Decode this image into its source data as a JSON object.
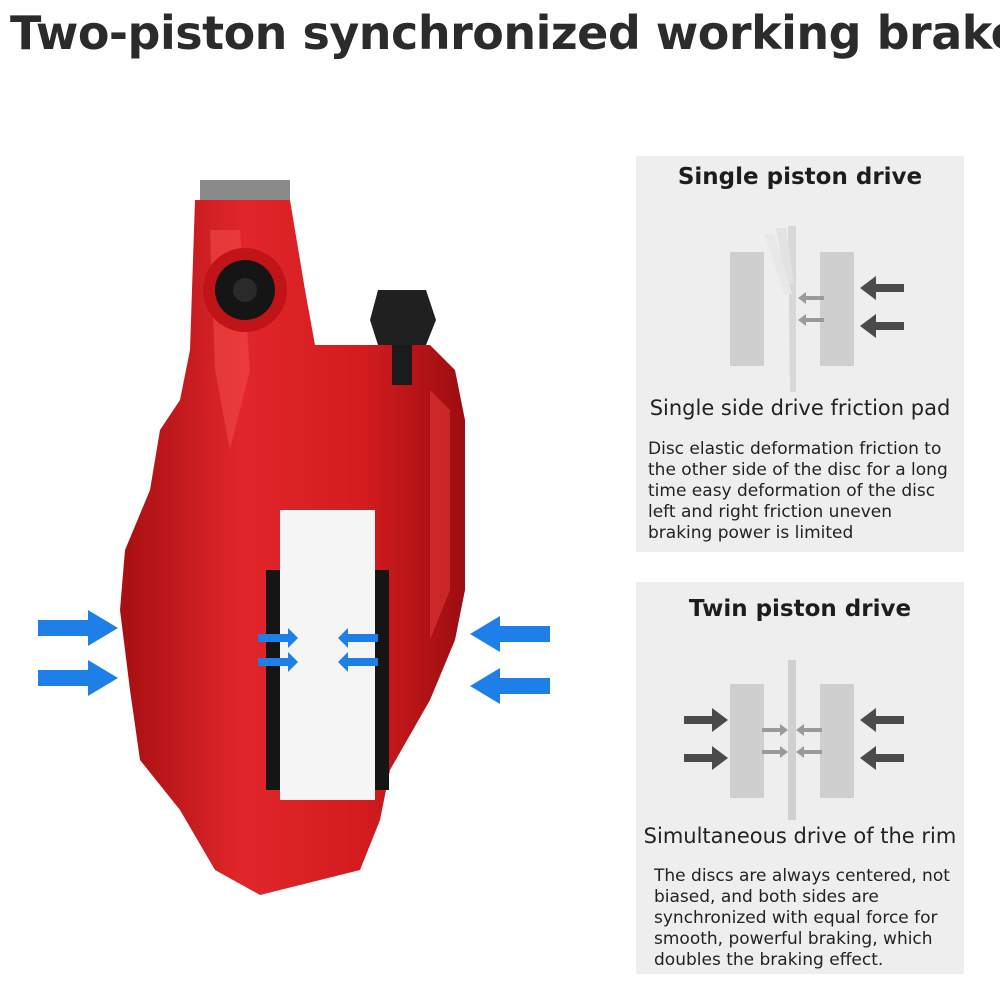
{
  "title": "Two-piston synchronized working brake",
  "panels": [
    {
      "title": "Single piston drive",
      "subtitle": "Single side drive friction pad",
      "description": "Disc elastic deformation friction to the other side of the disc for a long time easy deformation of the disc left and right friction uneven braking power is limited"
    },
    {
      "title": "Twin piston drive",
      "subtitle": "Simultaneous drive of the rim",
      "description": "The discs are always centered, not biased, and both sides are synchronized with equal force for smooth, powerful braking, which doubles the braking effect."
    }
  ],
  "colors": {
    "caliper_red": "#d81e1e",
    "arrow_blue": "#1e7fe8",
    "panel_bg": "#eeeeee",
    "pad_gray": "#cfcfcf",
    "arrow_gray": "#4a4a4a"
  },
  "icons": [
    "brake-caliper-image",
    "force-arrow-icon",
    "brake-pad-diagram"
  ]
}
